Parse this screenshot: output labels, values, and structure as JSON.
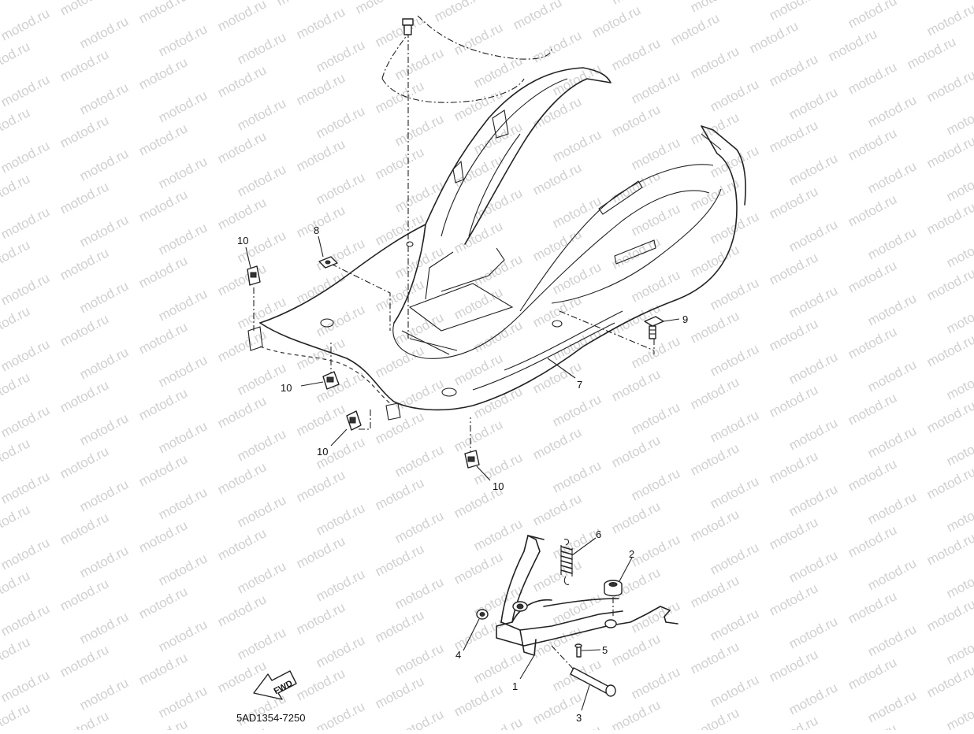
{
  "watermark": "motod.ru",
  "diagram_code": "5AD1354-7250",
  "fwd_label": "FWD",
  "callouts": [
    {
      "id": "c10a",
      "text": "10"
    },
    {
      "id": "c8",
      "text": "8"
    },
    {
      "id": "c9",
      "text": "9"
    },
    {
      "id": "c7",
      "text": "7"
    },
    {
      "id": "c10b",
      "text": "10"
    },
    {
      "id": "c10c",
      "text": "10"
    },
    {
      "id": "c10d",
      "text": "10"
    },
    {
      "id": "c6",
      "text": "6"
    },
    {
      "id": "c2",
      "text": "2"
    },
    {
      "id": "c4",
      "text": "4"
    },
    {
      "id": "c5",
      "text": "5"
    },
    {
      "id": "c1",
      "text": "1"
    },
    {
      "id": "c3",
      "text": "3"
    }
  ]
}
